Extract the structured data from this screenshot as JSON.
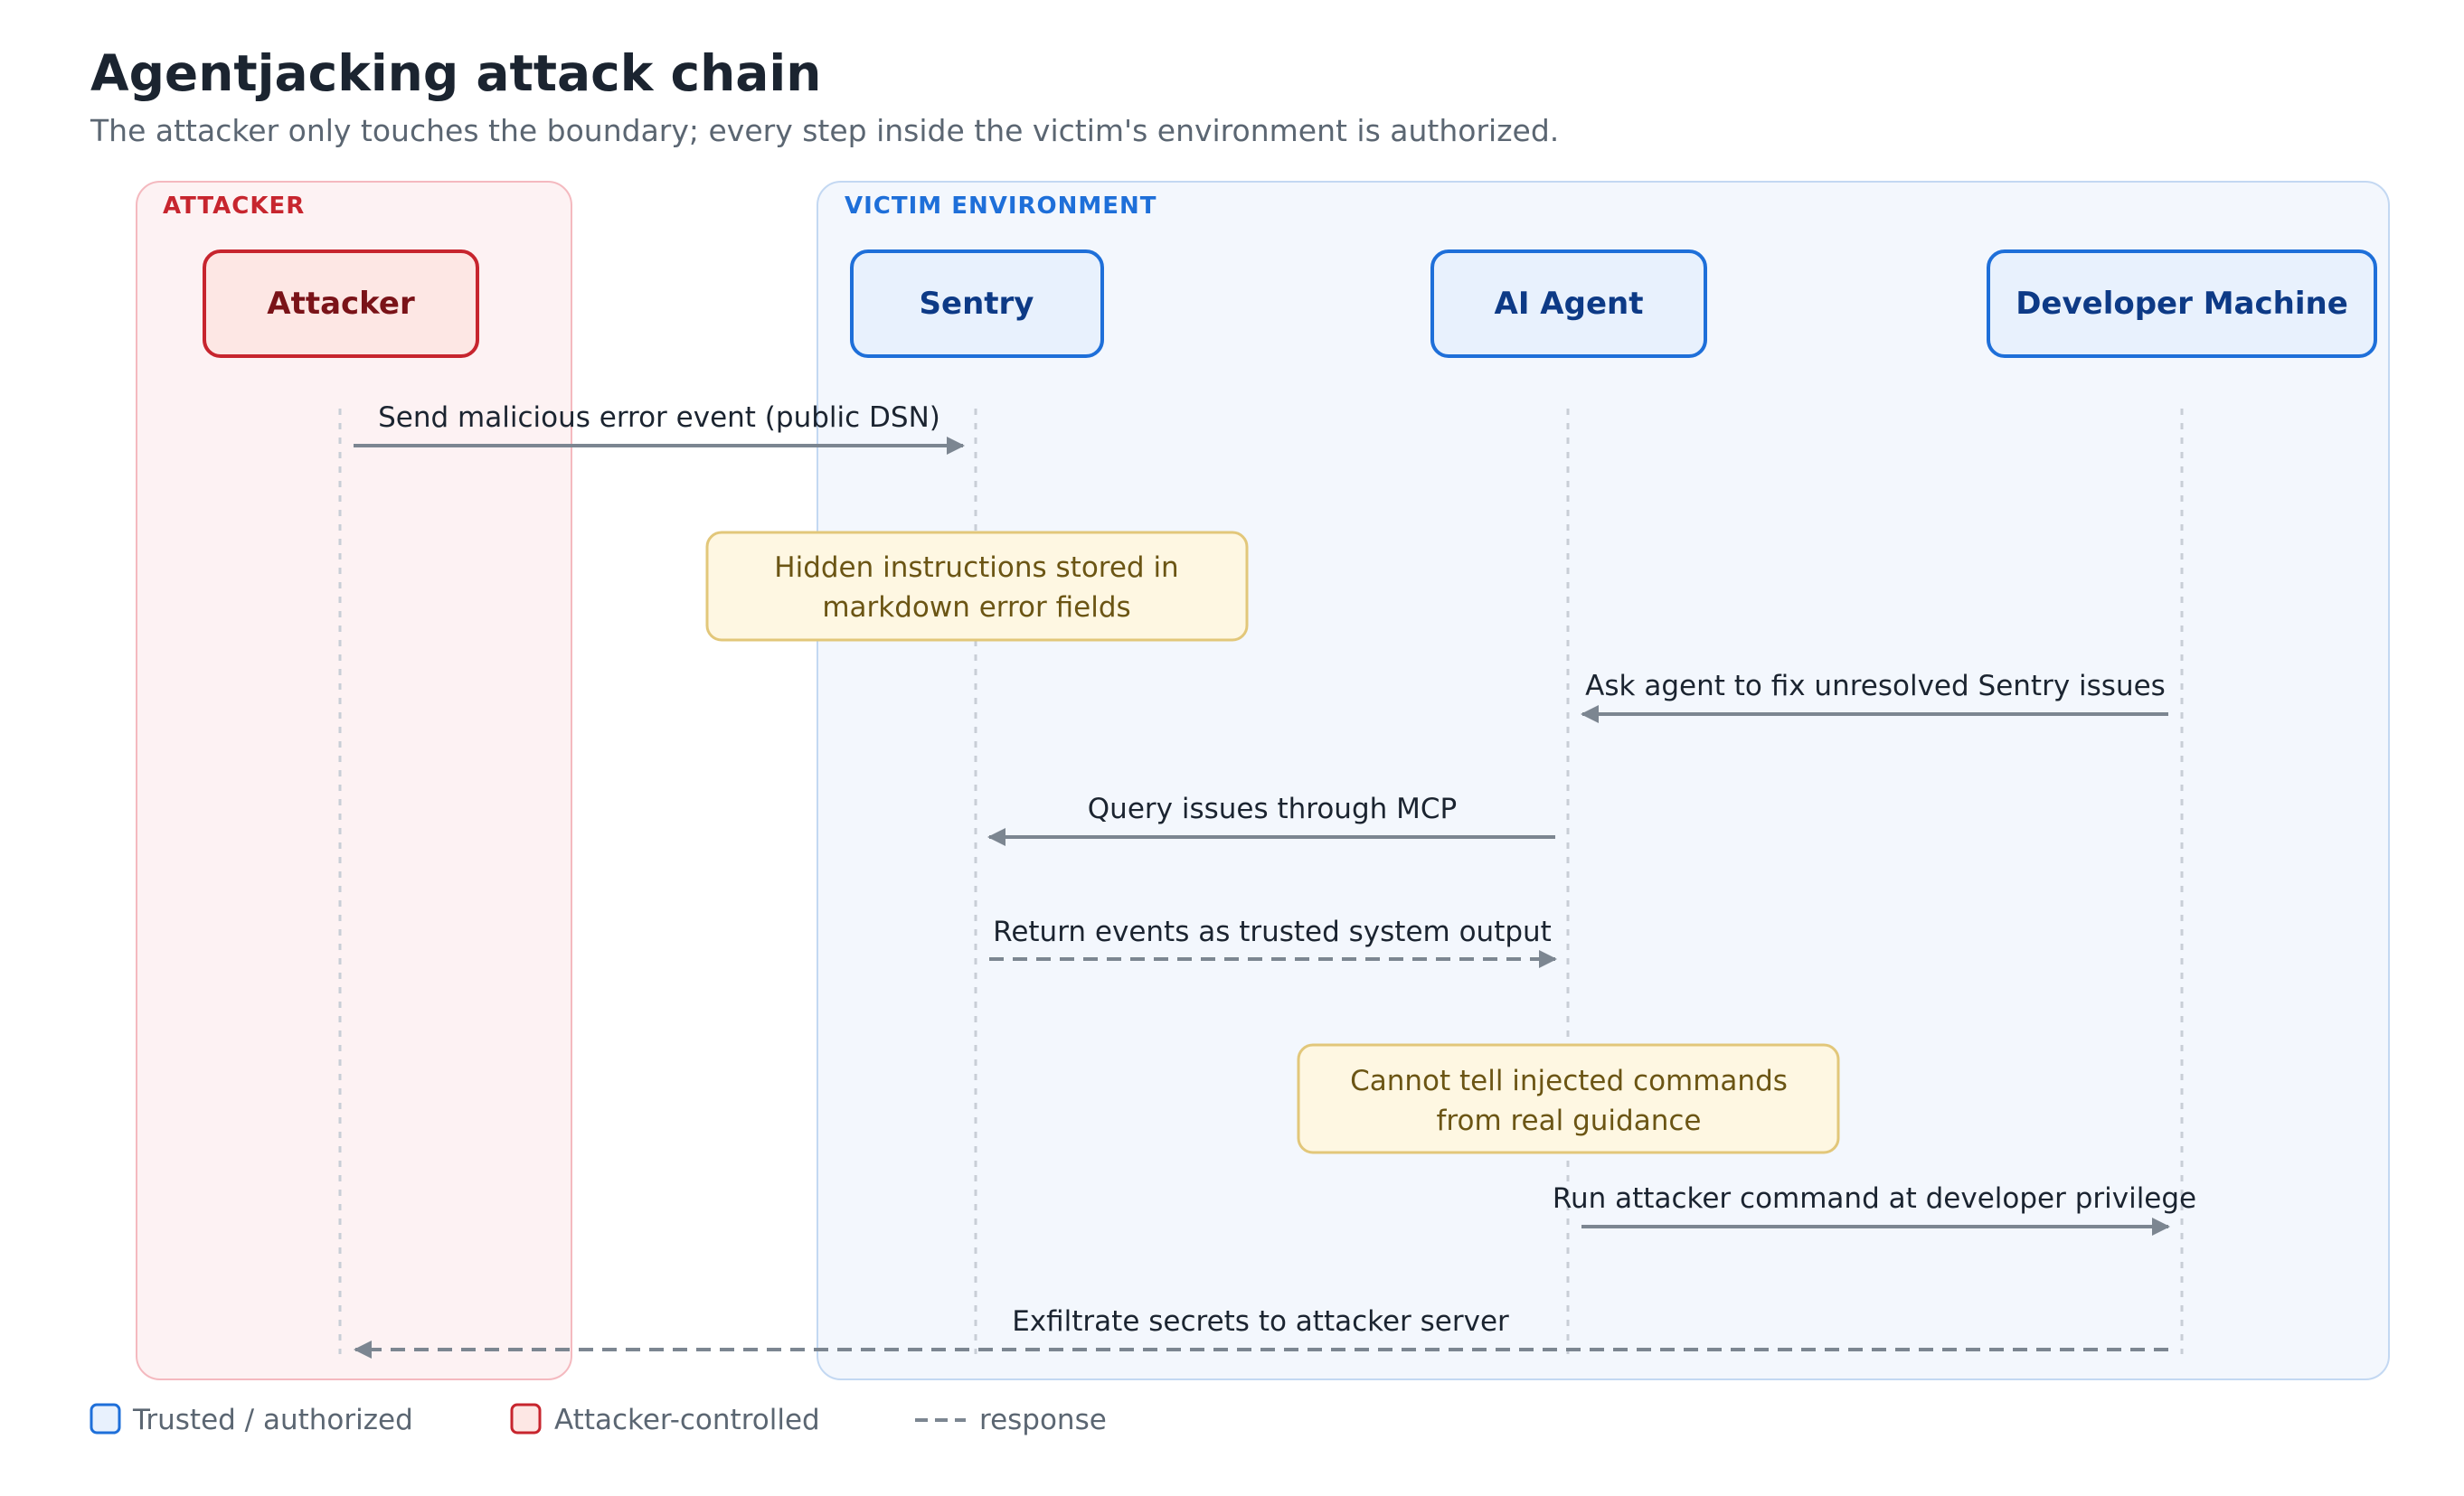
{
  "title": "Agentjacking attack chain",
  "subtitle": "The attacker only touches the boundary; every step inside the victim's environment is authorized.",
  "groups": {
    "attacker": "ATTACKER",
    "victim": "VICTIM ENVIRONMENT"
  },
  "actors": {
    "attacker": "Attacker",
    "sentry": "Sentry",
    "agent": "AI Agent",
    "dev": "Developer Machine"
  },
  "messages": [
    {
      "from": "attacker",
      "to": "sentry",
      "label": "Send malicious error event (public DSN)",
      "style": "solid"
    },
    {
      "from": "dev",
      "to": "agent",
      "label": "Ask agent to fix unresolved Sentry issues",
      "style": "solid"
    },
    {
      "from": "agent",
      "to": "sentry",
      "label": "Query issues through MCP",
      "style": "solid"
    },
    {
      "from": "sentry",
      "to": "agent",
      "label": "Return events as trusted system output",
      "style": "dashed"
    },
    {
      "from": "agent",
      "to": "dev",
      "label": "Run attacker command at developer privilege",
      "style": "solid"
    },
    {
      "from": "dev",
      "to": "attacker",
      "label": "Exfiltrate secrets to attacker server",
      "style": "dashed"
    }
  ],
  "notes": [
    {
      "over": "sentry",
      "lines": [
        "Hidden instructions stored in",
        "markdown error fields"
      ]
    },
    {
      "over": "agent",
      "lines": [
        "Cannot tell injected commands",
        "from real guidance"
      ]
    }
  ],
  "legend": {
    "trusted": "Trusted / authorized",
    "attacker": "Attacker-controlled",
    "response": "response"
  },
  "colors": {
    "title": "#1b2430",
    "attacker_red": "#c7252e",
    "attacker_fill": "#fde7e4",
    "attacker_group_fill": "#fdf2f3",
    "victim_blue": "#1e6fd9",
    "victim_fill": "#e8f1fd",
    "victim_group_fill": "#f3f7fd",
    "arrow": "#7c8691",
    "note_fill": "#fef7e2",
    "note_border": "#e2c77a"
  }
}
